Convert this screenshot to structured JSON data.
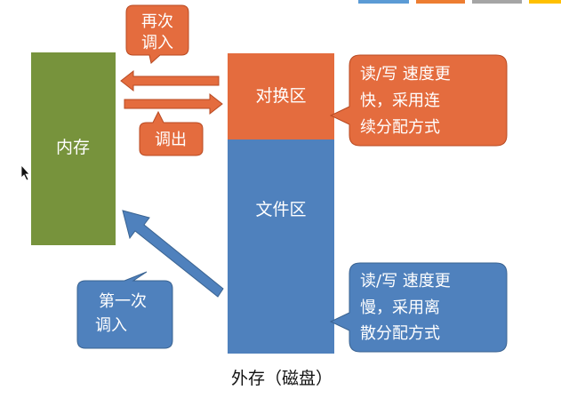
{
  "memory": {
    "label": "内存",
    "color": "#77933c"
  },
  "storage": {
    "caption": "外存（磁盘）",
    "swap_area": {
      "label": "对换区",
      "color": "#e46c3e"
    },
    "file_area": {
      "label": "文件区",
      "color": "#4f81bd"
    }
  },
  "arrows": {
    "swap_in_label": [
      "再次",
      "调入"
    ],
    "swap_out_label": "调出",
    "first_load_label": [
      "第一次",
      "调入"
    ]
  },
  "callouts": {
    "swap_area_note": [
      "读/写 速度更",
      "快，采用连",
      "续分配方式"
    ],
    "file_area_note": [
      "读/写 速度更",
      "慢，采用离",
      "散分配方式"
    ]
  },
  "colors": {
    "orange": "#e46c3e",
    "orange_border": "#b84a22",
    "blue": "#4f81bd",
    "blue_border": "#3a6391",
    "green": "#77933c",
    "toolbar_blue": "#5b9bd5",
    "toolbar_orange": "#ed7d31",
    "toolbar_gray": "#a5a5a5",
    "toolbar_gold": "#ffc000"
  },
  "cursor_icon": "mouse-pointer-icon"
}
